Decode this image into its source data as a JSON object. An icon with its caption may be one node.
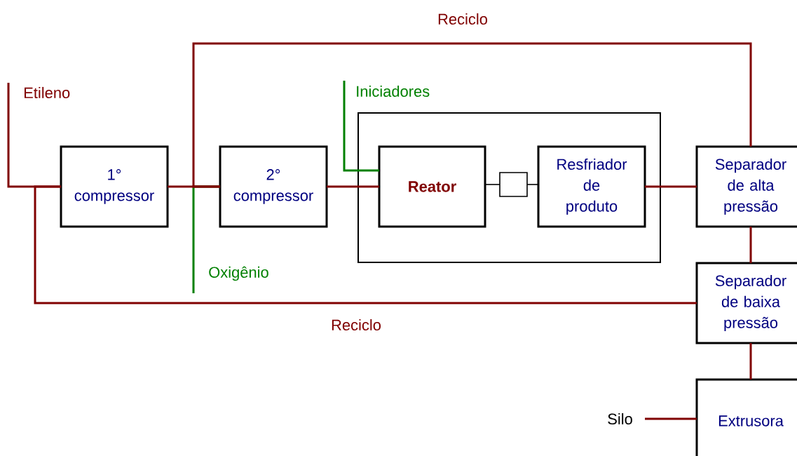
{
  "diagram": {
    "nodes": [
      {
        "text": [
          "Etileno"
        ]
      },
      {
        "text": [
          "1° compressor"
        ]
      },
      {
        "text": [
          "2° compressor"
        ]
      },
      {
        "text": [],
        "shape": "box"
      },
      {
        "text": [
          "Reator"
        ],
        "in": 3
      },
      {
        "text": [],
        "shape": "box",
        "in": 3
      },
      {
        "text": [
          "Resfriador de produto"
        ],
        "in": 3
      },
      {
        "text": [
          "Separador de alta pressão"
        ]
      },
      {
        "text": [
          "Separador de baixa pressão"
        ]
      },
      {
        "text": [
          "Extrusora"
        ]
      },
      {
        "text": [
          "Silo"
        ]
      },
      {
        "text": [
          "Iniciadores"
        ]
      },
      {
        "text": [
          "Oxigênio"
        ]
      }
    ],
    "edges": [
      {
        "from": 12,
        "to": 2,
        "arrow": "none",
        "color": "#008000"
      },
      {
        "from": 11,
        "to": 4,
        "arrow": "none",
        "color": "#008000"
      },
      {
        "from": 0,
        "to": 1,
        "arrow": "none"
      },
      {
        "from": 1,
        "to": 2,
        "arrow": "none"
      },
      {
        "from": 2,
        "to": 4,
        "arrow": "none"
      },
      {
        "from": 4,
        "to": 5,
        "arrow": "none",
        "color": "#000000"
      },
      {
        "from": 5,
        "to": 6,
        "arrow": "none",
        "color": "#000000"
      },
      {
        "from": 6,
        "to": 7,
        "arrow": "none"
      },
      {
        "from": 7,
        "to": 2,
        "arrow": "none",
        "label": "Reciclo"
      },
      {
        "from": 7,
        "to": 8,
        "arrow": "none"
      },
      {
        "from": 8,
        "to": 1,
        "arrow": "none",
        "label": "Reciclo"
      },
      {
        "from": 8,
        "to": 9,
        "arrow": "none"
      },
      {
        "from": 10,
        "to": 9,
        "arrow": "none"
      }
    ]
  }
}
